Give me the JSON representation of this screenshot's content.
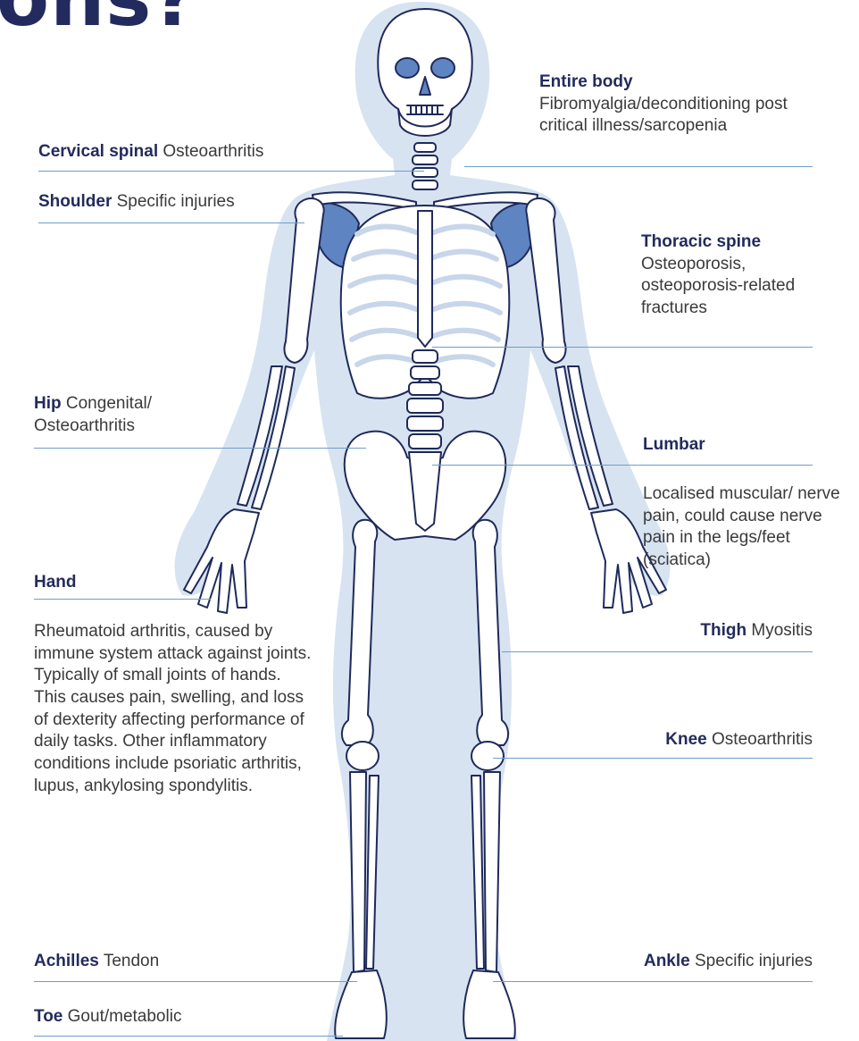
{
  "heading": "ons?",
  "colors": {
    "title": "#222a5e",
    "label_term": "#232b5c",
    "body_text": "#3a3a3a",
    "leader_line": "#6e9ec9",
    "body_silhouette": "#d7e3f0",
    "bone_fill": "#ffffff",
    "bone_outline": "#1f2a5a",
    "bone_shadow": "#5f84c2"
  },
  "labels": {
    "entire_body": {
      "term": "Entire body",
      "desc": "Fibromyalgia/deconditioning post critical illness/sarcopenia"
    },
    "cervical": {
      "term": "Cervical spinal",
      "desc": "Osteoarthritis"
    },
    "shoulder": {
      "term": "Shoulder",
      "desc": "Specific injuries"
    },
    "thoracic": {
      "term": "Thoracic spine",
      "desc": "Osteoporosis, osteoporosis-related fractures"
    },
    "hip": {
      "term": "Hip",
      "desc": "Congenital/ Osteoarthritis"
    },
    "lumbar": {
      "term": "Lumbar",
      "desc": "Localised muscular/ nerve pain, could cause nerve pain in the legs/feet (sciatica)"
    },
    "hand": {
      "term": "Hand",
      "desc": "Rheumatoid arthritis, caused by immune system attack against joints. Typically of small joints of hands. This causes pain, swelling, and loss of dexterity affecting performance of daily tasks. Other inflammatory conditions include psoriatic arthritis, lupus, ankylosing spondylitis."
    },
    "thigh": {
      "term": "Thigh",
      "desc": "Myositis"
    },
    "knee": {
      "term": "Knee",
      "desc": "Osteoarthritis"
    },
    "achilles": {
      "term": "Achilles",
      "desc": "Tendon"
    },
    "ankle": {
      "term": "Ankle",
      "desc": "Specific injuries"
    },
    "toe": {
      "term": "Toe",
      "desc": "Gout/metabolic"
    }
  }
}
